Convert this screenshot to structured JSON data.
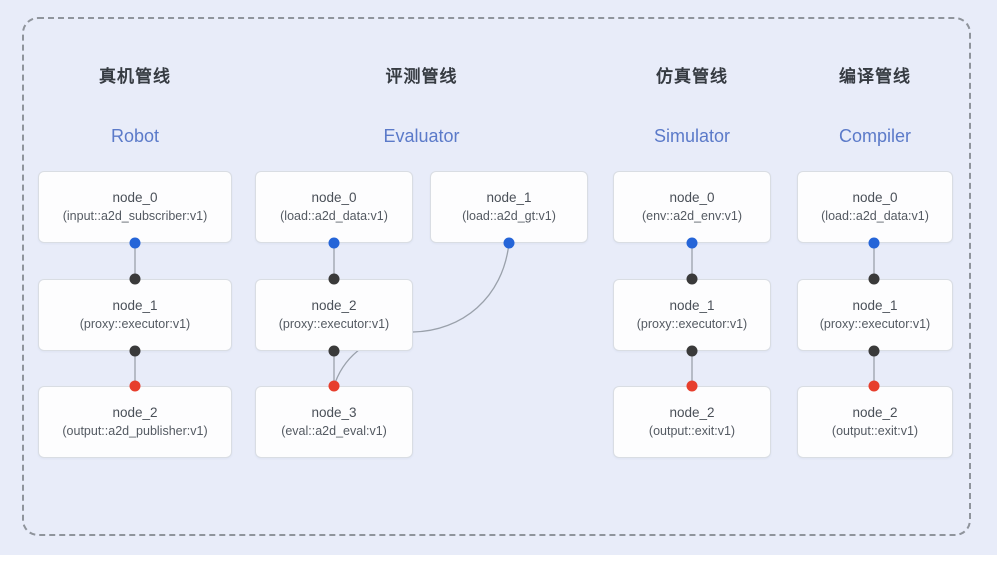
{
  "canvas": {
    "background": "#e8ecf9",
    "dash_border_color": "#8f949c",
    "bottom_strip_color": "#ffffff"
  },
  "colors": {
    "header_zh": "#363b42",
    "header_en": "#5b7ac9",
    "edge": "#9aa1ab",
    "port_source_blue": "#2565d8",
    "port_proxy_black": "#3a3a3a",
    "port_sink_red": "#e73e2d"
  },
  "pipelines": [
    {
      "title_zh": "真机管线",
      "title_en": "Robot",
      "nodes": [
        {
          "name": "node_0",
          "type": "(input::a2d_subscriber:v1)"
        },
        {
          "name": "node_1",
          "type": "(proxy::executor:v1)"
        },
        {
          "name": "node_2",
          "type": "(output::a2d_publisher:v1)"
        }
      ]
    },
    {
      "title_zh": "评测管线",
      "title_en": "Evaluator",
      "nodes": [
        {
          "name": "node_0",
          "type": "(load::a2d_data:v1)"
        },
        {
          "name": "node_1",
          "type": "(load::a2d_gt:v1)"
        },
        {
          "name": "node_2",
          "type": "(proxy::executor:v1)"
        },
        {
          "name": "node_3",
          "type": "(eval::a2d_eval:v1)"
        }
      ]
    },
    {
      "title_zh": "仿真管线",
      "title_en": "Simulator",
      "nodes": [
        {
          "name": "node_0",
          "type": "(env::a2d_env:v1)"
        },
        {
          "name": "node_1",
          "type": "(proxy::executor:v1)"
        },
        {
          "name": "node_2",
          "type": "(output::exit:v1)"
        }
      ]
    },
    {
      "title_zh": "编译管线",
      "title_en": "Compiler",
      "nodes": [
        {
          "name": "node_0",
          "type": "(load::a2d_data:v1)"
        },
        {
          "name": "node_1",
          "type": "(proxy::executor:v1)"
        },
        {
          "name": "node_2",
          "type": "(output::exit:v1)"
        }
      ]
    }
  ]
}
